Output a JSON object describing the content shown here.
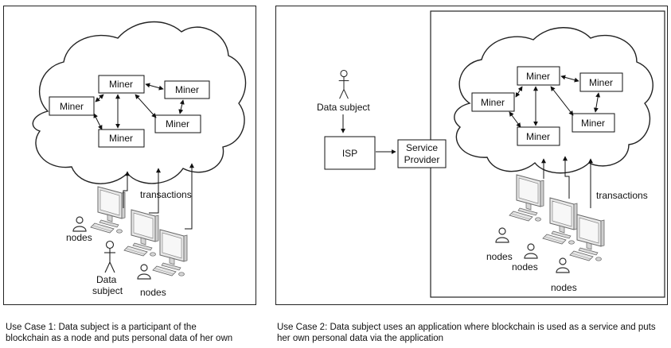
{
  "case1": {
    "miner_label": "Miner",
    "transactions_label": "transactions",
    "nodes_label": "nodes",
    "data_subject_label_line1": "Data",
    "data_subject_label_line2": "subject",
    "caption_line1": "Use Case 1: Data subject is a participant of the",
    "caption_line2": "blockchain as a node and puts personal data of her own"
  },
  "case2": {
    "miner_label": "Miner",
    "transactions_label": "transactions",
    "nodes_label": "nodes",
    "data_subject_label": "Data subject",
    "isp_label": "ISP",
    "service_provider_line1": "Service",
    "service_provider_line2": "Provider",
    "caption_line1": "Use Case 2: Data subject uses an application where blockchain is used as a service and puts",
    "caption_line2": "her own personal data via the application"
  }
}
